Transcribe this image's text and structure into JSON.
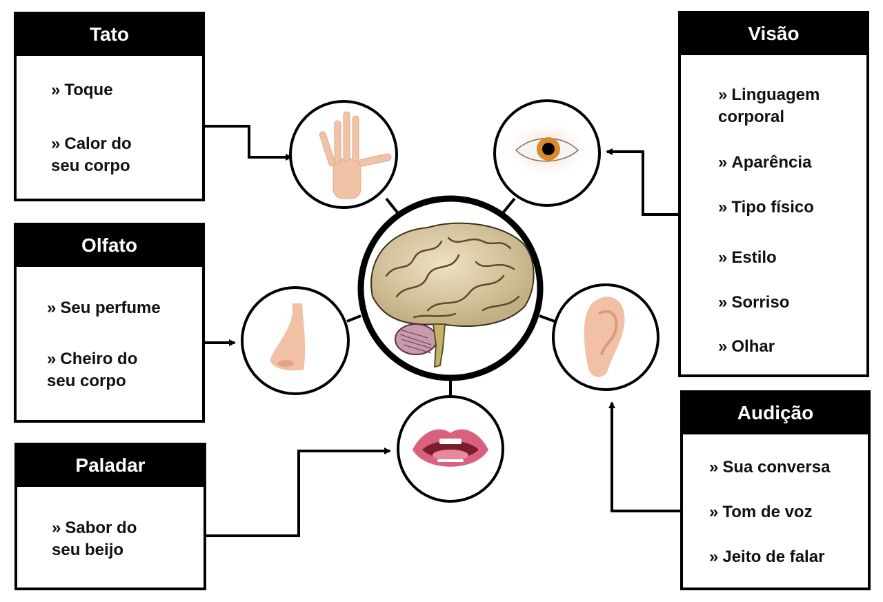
{
  "title": "Os cinco sentidos",
  "center": {
    "label": "brain"
  },
  "senses": {
    "tato": {
      "title": "Tato",
      "items": [
        "Toque",
        "Calor do\nseu corpo"
      ],
      "organ": "hand"
    },
    "olfato": {
      "title": "Olfato",
      "items": [
        "Seu perfume",
        "Cheiro do\nseu corpo"
      ],
      "organ": "nose"
    },
    "paladar": {
      "title": "Paladar",
      "items": [
        "Sabor do\nseu beijo"
      ],
      "organ": "mouth"
    },
    "visao": {
      "title": "Visão",
      "items": [
        "Linguagem\ncorporal",
        "Aparência",
        "Tipo físico",
        "Estilo",
        "Sorriso",
        "Olhar"
      ],
      "organ": "eye"
    },
    "audicao": {
      "title": "Audição",
      "items": [
        "Sua conversa",
        "Tom de voz",
        "Jeito de falar"
      ],
      "organ": "ear"
    }
  },
  "bullet": "»",
  "colors": {
    "line": "#000000",
    "header_bg": "#000000",
    "header_text": "#ffffff",
    "skin": "#f2c4a8",
    "brain": "#d8c9a3",
    "lips": "#d9607e",
    "iris": "#d98b2b"
  }
}
